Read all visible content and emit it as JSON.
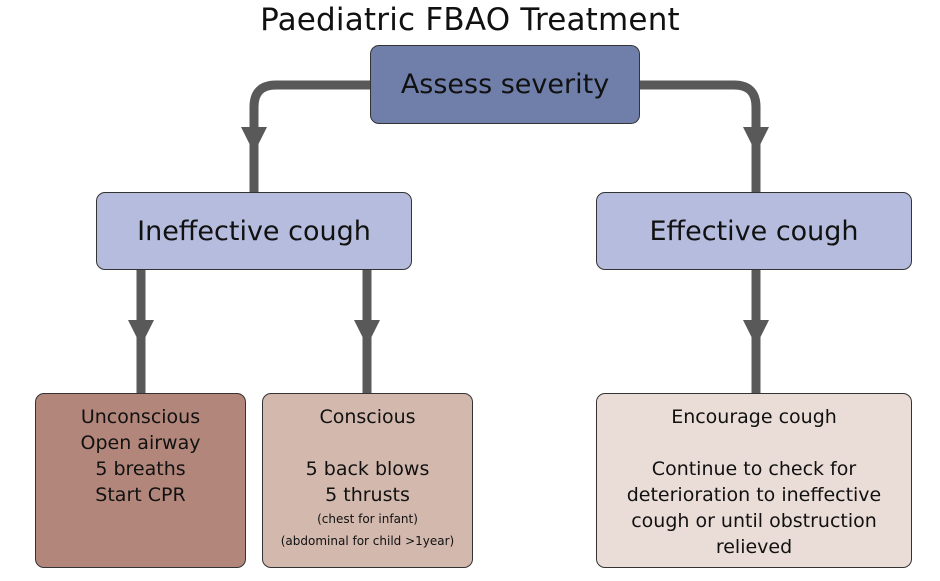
{
  "title": "Paediatric FBAO Treatment",
  "root": {
    "label": "Assess severity"
  },
  "branches": {
    "ineffective": {
      "label": "Ineffective cough"
    },
    "effective": {
      "label": "Effective cough"
    }
  },
  "leaves": {
    "unconscious": {
      "lines": [
        "Unconscious",
        "Open airway",
        "5 breaths",
        "Start CPR"
      ]
    },
    "conscious": {
      "heading": "Conscious",
      "lines": [
        "5 back blows",
        "5 thrusts"
      ],
      "notes": [
        "(chest for infant)",
        "(abdominal for child >1year)"
      ]
    },
    "encourage": {
      "heading": "Encourage cough",
      "lines": [
        "Continue to check for",
        "deterioration to ineffective",
        "cough or until obstruction",
        "relieved"
      ]
    }
  },
  "colors": {
    "connector": "#595959",
    "root_fill": "#6f7faa",
    "branch_fill": "#b5bcdd",
    "leaf_unconscious": "#b2867a",
    "leaf_conscious": "#d3b8ae",
    "leaf_encourage": "#eaddd7"
  }
}
